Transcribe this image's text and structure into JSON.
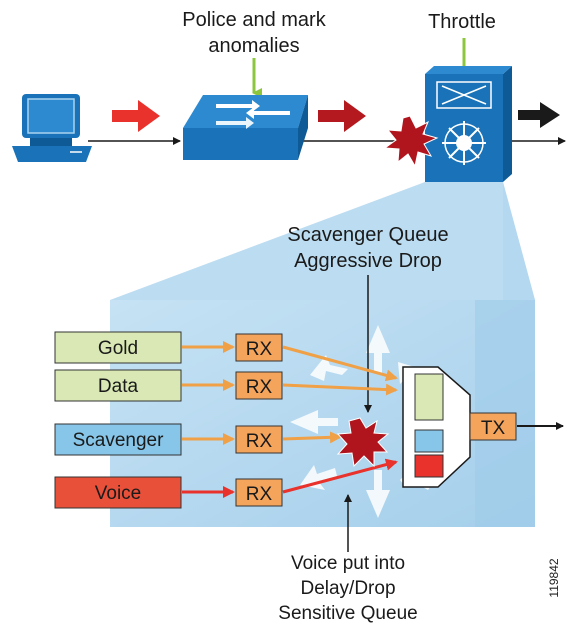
{
  "labels": {
    "police_line1": "Police and mark",
    "police_line2": "anomalies",
    "throttle": "Throttle",
    "scavenger_queue_line1": "Scavenger Queue",
    "scavenger_queue_line2": "Aggressive Drop",
    "voice_line1": "Voice put into",
    "voice_line2": "Delay/Drop",
    "voice_line3": "Sensitive Queue",
    "figure_id": "119842"
  },
  "traffic_classes": [
    {
      "label": "Gold",
      "color": "#d9e8b4"
    },
    {
      "label": "Data",
      "color": "#d9e8b4"
    },
    {
      "label": "Scavenger",
      "color": "#87c6e8"
    },
    {
      "label": "Voice",
      "color": "#e8503a"
    }
  ],
  "rx_label": "RX",
  "tx_label": "TX",
  "colors": {
    "device_blue": "#1a73b8",
    "device_blue_dark": "#0d5a96",
    "switch_panel": "#a9d3ef",
    "arrow_red": "#e8322b",
    "arrow_dark_red": "#b3191e",
    "arrow_orange": "#f0a046",
    "rx_box": "#f5a45c",
    "burst_red": "#b0141c",
    "green_arrow": "#8cc63f",
    "queue_green": "#d9e8b4",
    "queue_blue": "#87c6e8",
    "queue_red": "#e8322b"
  },
  "icons": [
    "pc-icon",
    "access-switch-icon",
    "multilayer-switch-icon",
    "burst-icon"
  ]
}
